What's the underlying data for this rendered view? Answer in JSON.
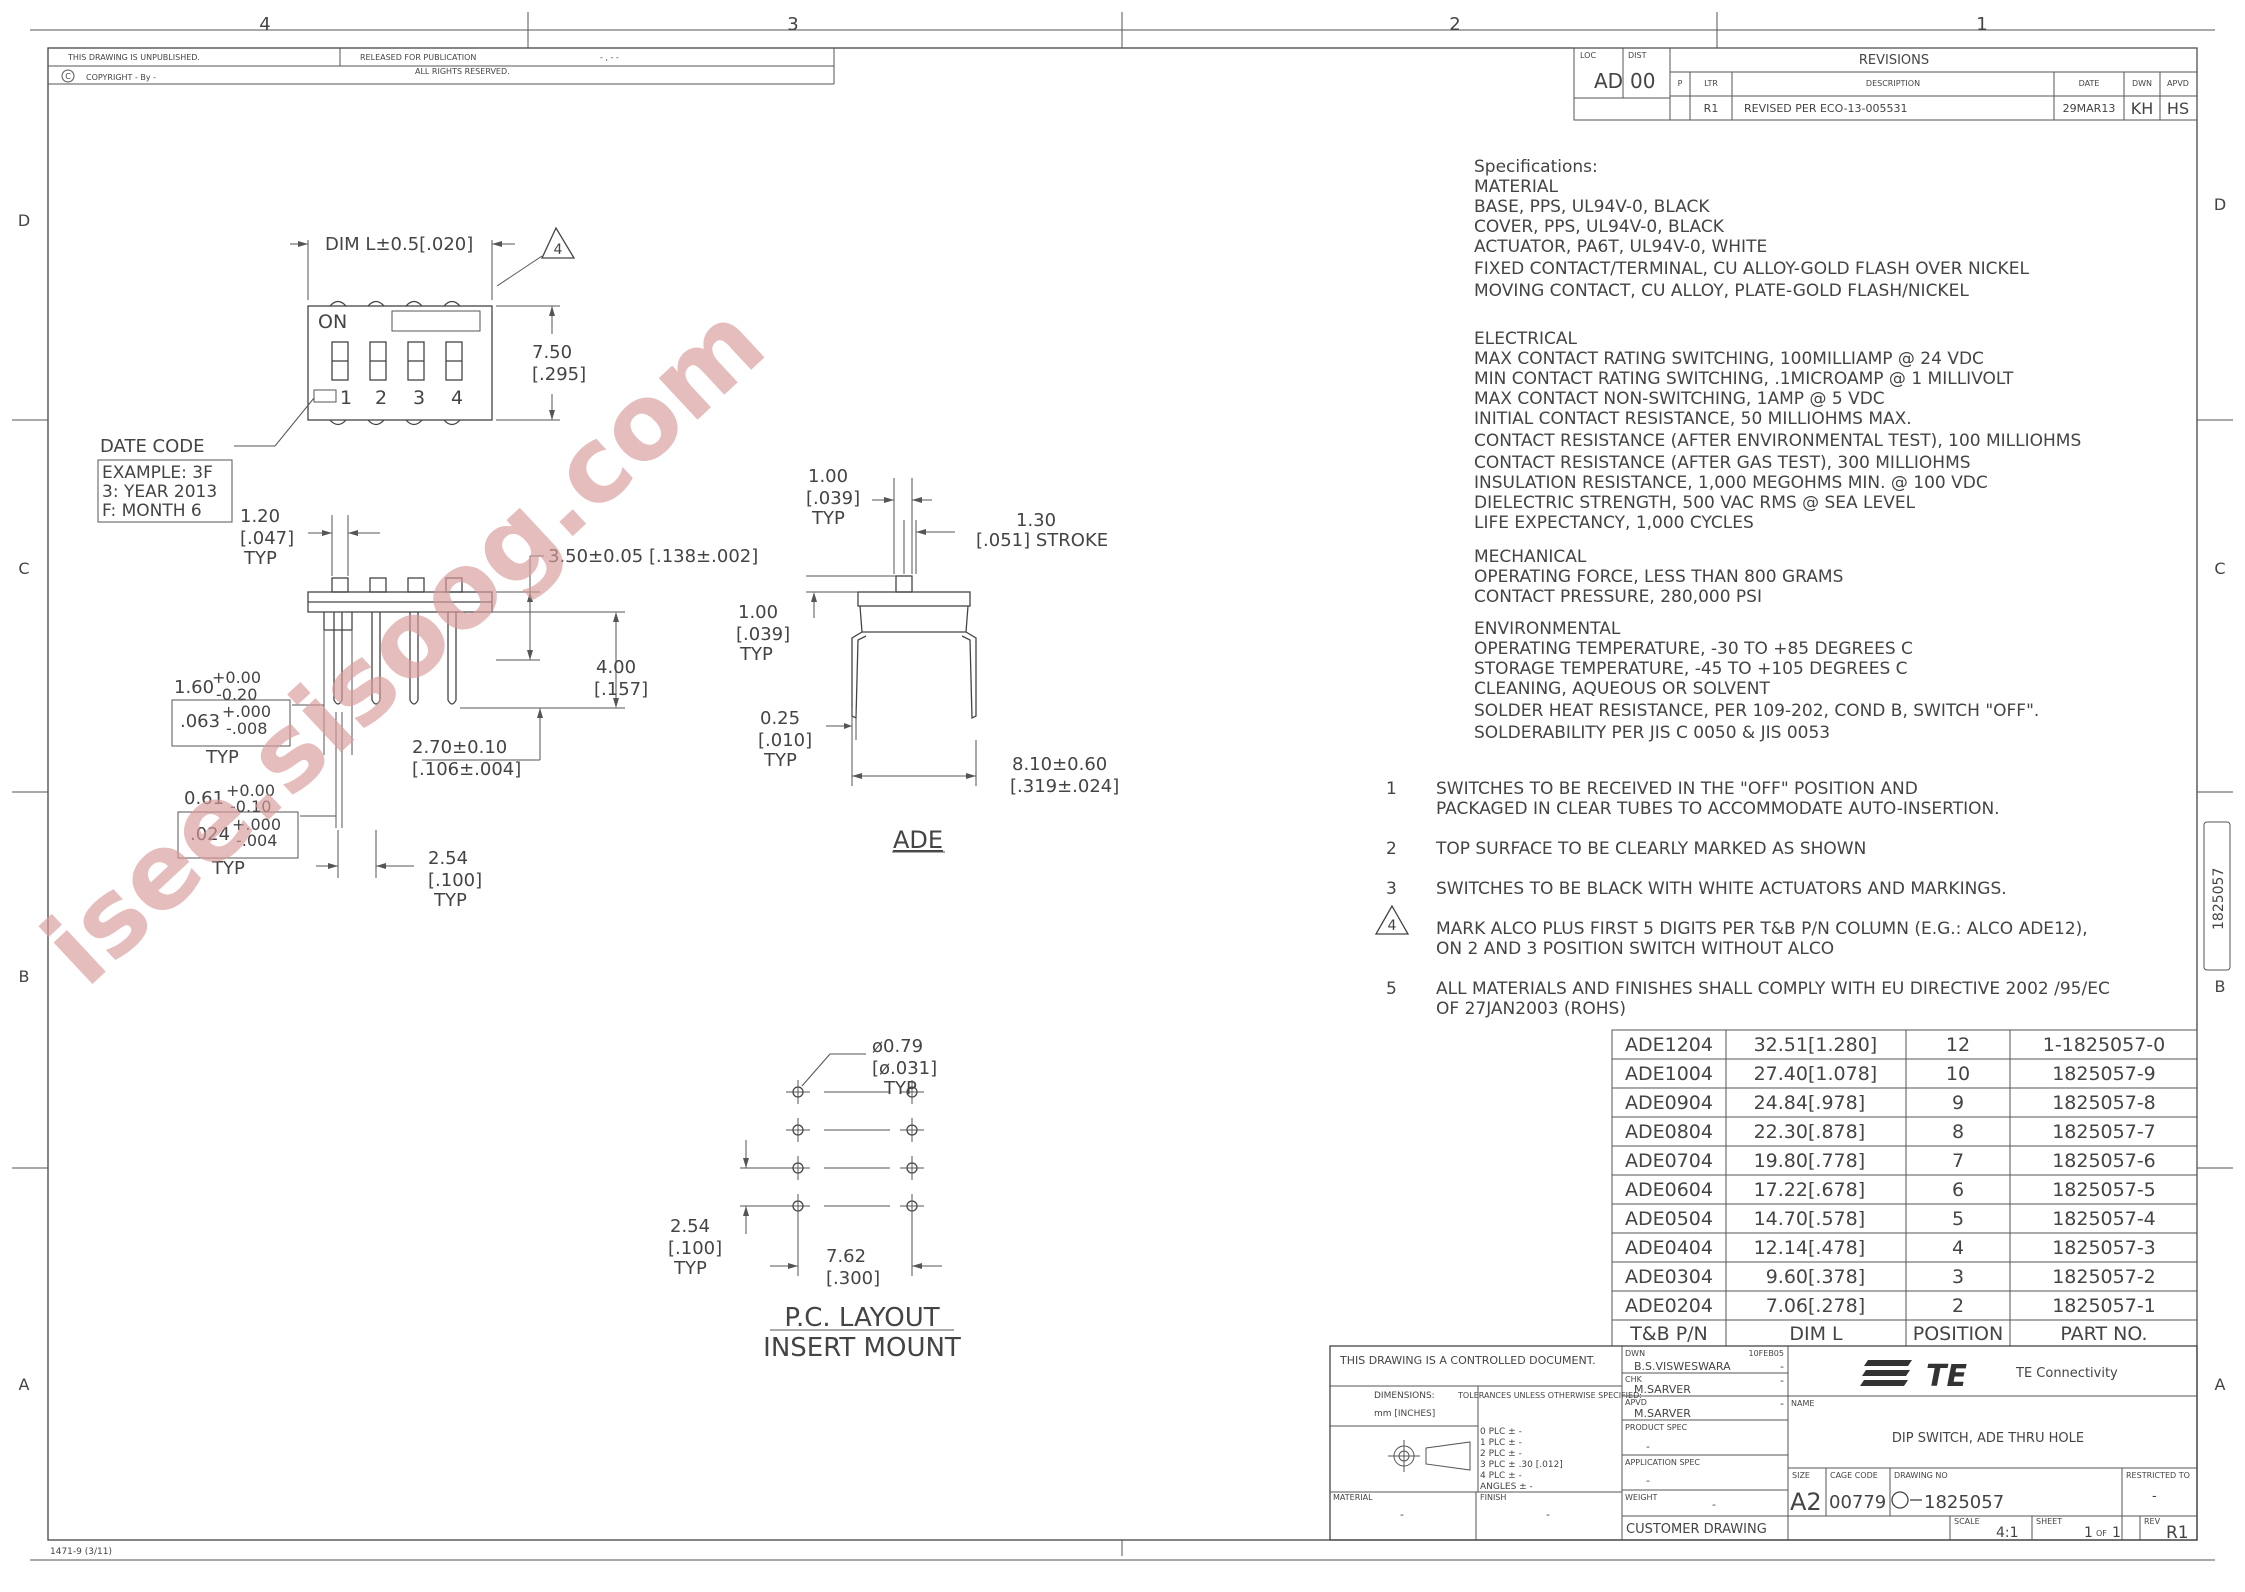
{
  "frame": {
    "zones_top": [
      "4",
      "3",
      "2",
      "1"
    ],
    "zones_side": [
      "D",
      "C",
      "B",
      "A"
    ]
  },
  "header": {
    "unpublished": "THIS DRAWING IS UNPUBLISHED.",
    "released": "RELEASED FOR PUBLICATION",
    "dash": "- , -    -",
    "copyright": "COPYRIGHT  -    By  -",
    "rights": "ALL RIGHTS RESERVED.",
    "copyright_symbol": "C"
  },
  "revision_block": {
    "loc_label": "LOC",
    "loc_value": "AD",
    "dist_label": "DIST",
    "dist_value": "00",
    "title": "REVISIONS",
    "columns": [
      "P",
      "LTR",
      "DESCRIPTION",
      "DATE",
      "DWN",
      "APVD"
    ],
    "rows": [
      {
        "ltr": "R1",
        "description": "REVISED PER ECO-13-005531",
        "date": "29MAR13",
        "dwn": "KH",
        "apvd": "HS"
      }
    ]
  },
  "watermark": "isee.sisoog.com",
  "top_view": {
    "dim_l": "DIM L±0.5[.020]",
    "on_label": "ON",
    "positions": [
      "1",
      "2",
      "3",
      "4"
    ],
    "height_mm": "7.50",
    "height_in": "[.295]",
    "note_flag": "4",
    "date_code_label": "DATE CODE",
    "date_code_lines": [
      "EXAMPLE: 3F",
      "3: YEAR 2013",
      "F: MONTH 6"
    ]
  },
  "side_view": {
    "pin_w_mm": "1.20",
    "pin_w_in": "[.047]",
    "typ": "TYP",
    "height": "3.50±0.05 [.138±.002]",
    "standoff_mm": "4.00",
    "standoff_in": "[.157]",
    "pin_len": "2.70±0.10",
    "pin_len_in": "[.106±.004]",
    "tol1_main": "1.60",
    "tol1_plus": "+0.00",
    "tol1_minus": "-0.20",
    "tol1_in_main": ".063",
    "tol1_in_plus": "+.000",
    "tol1_in_minus": "-.008",
    "tol2_main": "0.61",
    "tol2_plus": "+0.00",
    "tol2_minus": "-0.10",
    "tol2_in_main": ".024",
    "tol2_in_plus": "+.000",
    "tol2_in_minus": "-.004",
    "pitch_mm": "2.54",
    "pitch_in": "[.100]"
  },
  "end_view": {
    "act_w_mm": "1.00",
    "act_w_in": "[.039]",
    "stroke_mm": "1.30",
    "stroke_in": "[.051] STROKE",
    "act_h_mm": "1.00",
    "act_h_in": "[.039]",
    "pin_t_mm": "0.25",
    "pin_t_in": "[.010]",
    "width_mm": "8.10±0.60",
    "width_in": "[.319±.024]",
    "typ": "TYP",
    "label": "ADE"
  },
  "pc_layout": {
    "hole_mm": "ø0.79",
    "hole_in": "[ø.031]",
    "typ": "TYP",
    "pitch_mm": "2.54",
    "pitch_in": "[.100]",
    "row_mm": "7.62",
    "row_in": "[.300]",
    "title1": "P.C. LAYOUT",
    "title2": "INSERT MOUNT"
  },
  "specifications": {
    "title": "Specifications:",
    "material": [
      "MATERIAL",
      "BASE, PPS, UL94V-0, BLACK",
      "COVER, PPS, UL94V-0, BLACK",
      "ACTUATOR, PA6T, UL94V-0, WHITE",
      "FIXED CONTACT/TERMINAL, CU ALLOY-GOLD FLASH OVER NICKEL",
      "MOVING CONTACT, CU ALLOY, PLATE-GOLD FLASH/NICKEL"
    ],
    "electrical": [
      "ELECTRICAL",
      "MAX CONTACT RATING SWITCHING, 100MILLIAMP @ 24 VDC",
      "MIN CONTACT RATING SWITCHING, .1MICROAMP @ 1 MILLIVOLT",
      "MAX CONTACT NON-SWITCHING, 1AMP @ 5 VDC",
      "INITIAL CONTACT RESISTANCE, 50 MILLIOHMS MAX.",
      "CONTACT RESISTANCE (AFTER ENVIRONMENTAL TEST), 100 MILLIOHMS",
      "CONTACT RESISTANCE (AFTER GAS TEST), 300 MILLIOHMS",
      "INSULATION RESISTANCE, 1,000 MEGOHMS MIN. @ 100 VDC",
      "DIELECTRIC STRENGTH, 500 VAC RMS @ SEA LEVEL",
      "LIFE EXPECTANCY, 1,000 CYCLES"
    ],
    "mechanical": [
      "MECHANICAL",
      "OPERATING FORCE, LESS THAN 800 GRAMS",
      "CONTACT PRESSURE, 280,000 PSI"
    ],
    "environmental": [
      "ENVIRONMENTAL",
      "OPERATING TEMPERATURE, -30 TO +85 DEGREES C",
      "STORAGE TEMPERATURE, -45 TO +105 DEGREES C",
      "CLEANING, AQUEOUS OR SOLVENT",
      "SOLDER HEAT RESISTANCE, PER 109-202, COND B, SWITCH \"OFF\".",
      "SOLDERABILITY PER JIS C 0050 & JIS 0053"
    ]
  },
  "notes": [
    {
      "num": "1",
      "lines": [
        "SWITCHES TO BE RECEIVED IN THE \"OFF\" POSITION AND",
        "PACKAGED IN CLEAR TUBES TO ACCOMMODATE AUTO-INSERTION."
      ]
    },
    {
      "num": "2",
      "lines": [
        "TOP SURFACE TO BE CLEARLY MARKED AS SHOWN"
      ]
    },
    {
      "num": "3",
      "lines": [
        "SWITCHES TO BE BLACK WITH WHITE ACTUATORS AND MARKINGS."
      ]
    },
    {
      "num": "4",
      "lines": [
        "MARK ALCO PLUS FIRST 5 DIGITS PER T&B P/N COLUMN (E.G.: ALCO ADE12),",
        "ON 2 AND 3 POSITION SWITCH WITHOUT ALCO"
      ]
    },
    {
      "num": "5",
      "lines": [
        "ALL MATERIALS AND FINISHES SHALL COMPLY WITH EU DIRECTIVE 2002 /95/EC",
        "OF 27JAN2003 (ROHS)"
      ]
    }
  ],
  "part_table": {
    "rows": [
      {
        "tb": "ADE1204",
        "dim": "32.51",
        "dim_in": "[1.280]",
        "pos": "12",
        "part": "1-1825057-0"
      },
      {
        "tb": "ADE1004",
        "dim": "27.40",
        "dim_in": "[1.078]",
        "pos": "10",
        "part": "1825057-9"
      },
      {
        "tb": "ADE0904",
        "dim": "24.84",
        "dim_in": "[.978]",
        "pos": "9",
        "part": "1825057-8"
      },
      {
        "tb": "ADE0804",
        "dim": "22.30",
        "dim_in": "[.878]",
        "pos": "8",
        "part": "1825057-7"
      },
      {
        "tb": "ADE0704",
        "dim": "19.80",
        "dim_in": "[.778]",
        "pos": "7",
        "part": "1825057-6"
      },
      {
        "tb": "ADE0604",
        "dim": "17.22",
        "dim_in": "[.678]",
        "pos": "6",
        "part": "1825057-5"
      },
      {
        "tb": "ADE0504",
        "dim": "14.70",
        "dim_in": "[.578]",
        "pos": "5",
        "part": "1825057-4"
      },
      {
        "tb": "ADE0404",
        "dim": "12.14",
        "dim_in": "[.478]",
        "pos": "4",
        "part": "1825057-3"
      },
      {
        "tb": "ADE0304",
        "dim": "9.60",
        "dim_in": "[.378]",
        "pos": "3",
        "part": "1825057-2"
      },
      {
        "tb": "ADE0204",
        "dim": "7.06",
        "dim_in": "[.278]",
        "pos": "2",
        "part": "1825057-1"
      }
    ],
    "headers": [
      "T&B P/N",
      "DIM L",
      "POSITION",
      "PART NO."
    ]
  },
  "title_block": {
    "controlled": "THIS DRAWING IS A CONTROLLED DOCUMENT.",
    "dimensions_label": "DIMENSIONS:",
    "dimensions_value": "mm [INCHES]",
    "tolerances_label": "TOLERANCES UNLESS OTHERWISE SPECIFIED:",
    "tolerances": [
      "0 PLC    ±  -",
      "1 PLC    ±  -",
      "2 PLC    ±  -",
      "3 PLC    ±  .30 [.012]",
      "4 PLC    ±  -",
      "ANGLES          ±  -"
    ],
    "material_label": "MATERIAL",
    "material_value": "-",
    "finish_label": "FINISH",
    "finish_value": "-",
    "dwn_label": "DWN",
    "dwn_date": "10FEB05",
    "dwn_name": "B.S.VISWESWARA",
    "dwn_dash": "-",
    "chk_label": "CHK",
    "chk_name": "M.SARVER",
    "chk_dash": "-",
    "apvd_label": "APVD",
    "apvd_name": "M.SARVER",
    "apvd_dash": "-",
    "product_spec_label": "PRODUCT SPEC",
    "product_spec_value": "-",
    "application_spec_label": "APPLICATION SPEC",
    "application_spec_value": "-",
    "weight_label": "WEIGHT",
    "weight_value": "-",
    "customer_drawing": "CUSTOMER DRAWING",
    "logo": "TE",
    "company": "TE Connectivity",
    "name_label": "NAME",
    "name_value": "DIP SWITCH, ADE THRU HOLE",
    "size_label": "SIZE",
    "size_value": "A2",
    "cage_label": "CAGE CODE",
    "cage_value": "00779",
    "drawing_no_label": "DRAWING NO",
    "drawing_no_value": "1825057",
    "restricted_label": "RESTRICTED TO",
    "restricted_value": "-",
    "scale_label": "SCALE",
    "scale_value": "4:1",
    "sheet_label": "SHEET",
    "sheet_value": "1",
    "sheet_of": "OF",
    "sheet_total": "1",
    "rev_label": "REV",
    "rev_value": "R1"
  },
  "side_tab": "1825057",
  "form_code": "1471-9  (3/11)"
}
